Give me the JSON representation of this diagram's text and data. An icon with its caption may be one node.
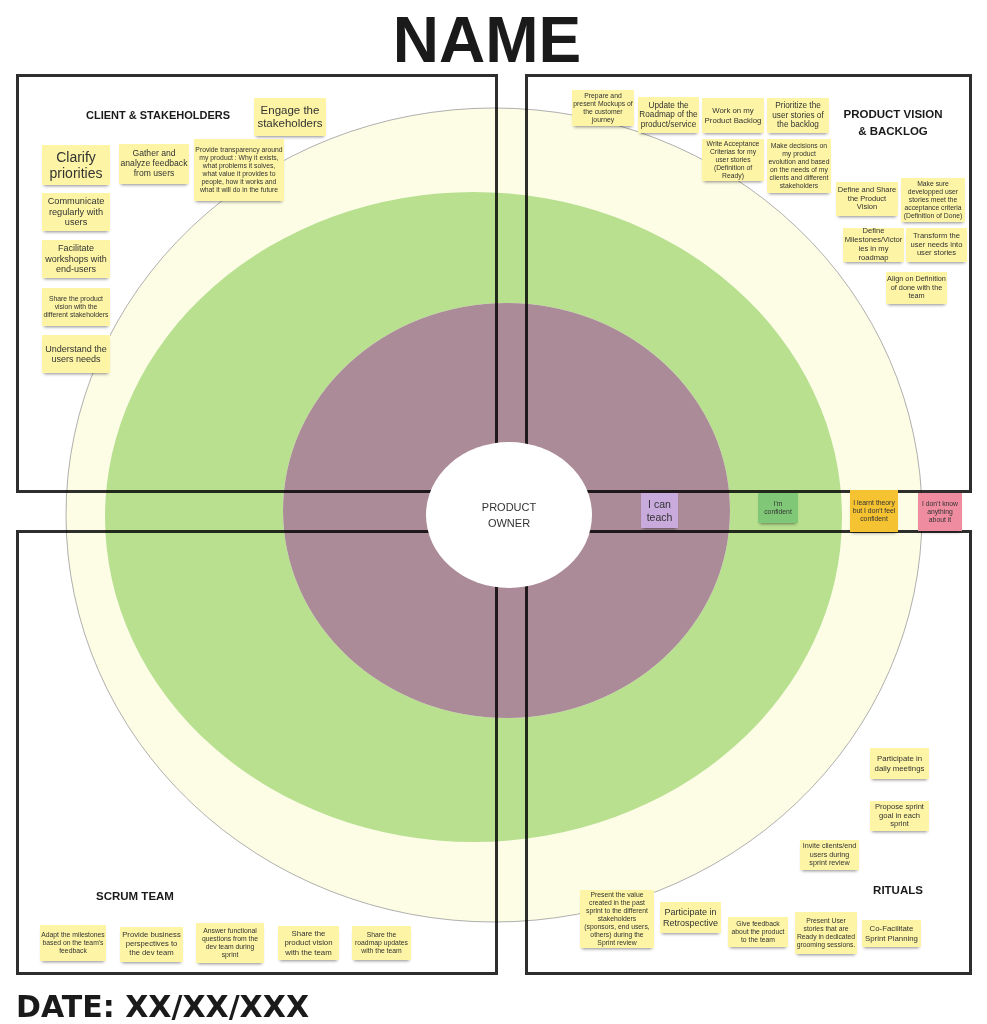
{
  "diagram": {
    "title": "NAME",
    "nodes": [
      {
        "text": [
          "CLIENT & STAKEHOLDERS"
        ]
      },
      {
        "text": [
          "Engage the stakeholders"
        ],
        "in": 0
      },
      {
        "text": [
          "Clarify priorities"
        ],
        "in": 0
      },
      {
        "text": [
          "Gather and analyze feedback from users"
        ],
        "in": 0
      },
      {
        "text": [
          "Provide transparency around my product : Why it exists, what problems it solves, what value it provides to people, how it works and what it will do in the future"
        ],
        "in": 0
      },
      {
        "text": [
          "Communicate regularly with users"
        ],
        "in": 0
      },
      {
        "text": [
          "Facilitate workshops with end-users"
        ],
        "in": 0
      },
      {
        "text": [
          "Share the product vision with the different stakeholders"
        ],
        "in": 0
      },
      {
        "text": [
          "Understand the users needs"
        ],
        "in": 0
      },
      {
        "text": [
          "PRODUCT VISION & BACKLOG"
        ]
      },
      {
        "text": [
          "Prepare and present Mockups of the customer journey"
        ],
        "in": 9
      },
      {
        "text": [
          "Update the Roadmap of the product/service"
        ],
        "in": 9
      },
      {
        "text": [
          "Work on my Product Backlog"
        ],
        "in": 9
      },
      {
        "text": [
          "Prioritize the user stories of the backlog"
        ],
        "in": 9
      },
      {
        "text": [
          "Write Acceptance Criterias for my user stories (Definition of Ready)"
        ],
        "in": 9
      },
      {
        "text": [
          "Make decisions on my product evolution and based on the needs of my clients and different stakeholders"
        ],
        "in": 9
      },
      {
        "text": [
          "Define and Share the Product Vision"
        ],
        "in": 9
      },
      {
        "text": [
          "Make sure developped user stories meet the acceptance criteria (Definition of Done)"
        ],
        "in": 9
      },
      {
        "text": [
          "Define Milestones/Victories in my roadmap"
        ],
        "in": 9
      },
      {
        "text": [
          "Transform the user needs into user stories"
        ],
        "in": 9
      },
      {
        "text": [
          "Align on Definition of done with the team"
        ],
        "in": 9
      },
      {
        "text": [
          "PRODUCT OWNER"
        ]
      },
      {
        "text": [
          "SCRUM TEAM"
        ]
      },
      {
        "text": [
          "Adapt the milestones based on the team's feedback"
        ],
        "in": 22
      },
      {
        "text": [
          "Provide business perspectives to the dev team"
        ],
        "in": 22
      },
      {
        "text": [
          "Answer functional questions from the dev team during sprint"
        ],
        "in": 22
      },
      {
        "text": [
          "Share the product vision with the team"
        ],
        "in": 22
      },
      {
        "text": [
          "Share the roadmap updates with the team"
        ],
        "in": 22
      },
      {
        "text": [
          "RITUALS"
        ]
      },
      {
        "text": [
          "Participate in daily meetings"
        ],
        "in": 28
      },
      {
        "text": [
          "Propose sprint goal in each sprint"
        ],
        "in": 28
      },
      {
        "text": [
          "Invite clients/end users during sprint review"
        ],
        "in": 28
      },
      {
        "text": [
          "Present the value created in the past sprint to the different stakeholders (sponsors, end users, others) during the Sprint review"
        ],
        "in": 28
      },
      {
        "text": [
          "Participate in Retrospective"
        ],
        "in": 28
      },
      {
        "text": [
          "Give feedback about the product to the team"
        ],
        "in": 28
      },
      {
        "text": [
          "Present User stories that are Ready in dedicated grooming sessions."
        ],
        "in": 28
      },
      {
        "text": [
          "Co-Facilitate Sprint Planning"
        ],
        "in": 28
      }
    ],
    "labels": [
      "DATE: XX/XX/XXX"
    ],
    "legend": [
      {
        "text": "I can teach",
        "color": "#c8aadc"
      },
      {
        "text": "I'm confident",
        "color": "#80c878"
      },
      {
        "text": "I learnt theory but I don't feel confident",
        "color": "#f5c232"
      },
      {
        "text": "I don't know anything about it",
        "color": "#f08ca0"
      }
    ]
  }
}
